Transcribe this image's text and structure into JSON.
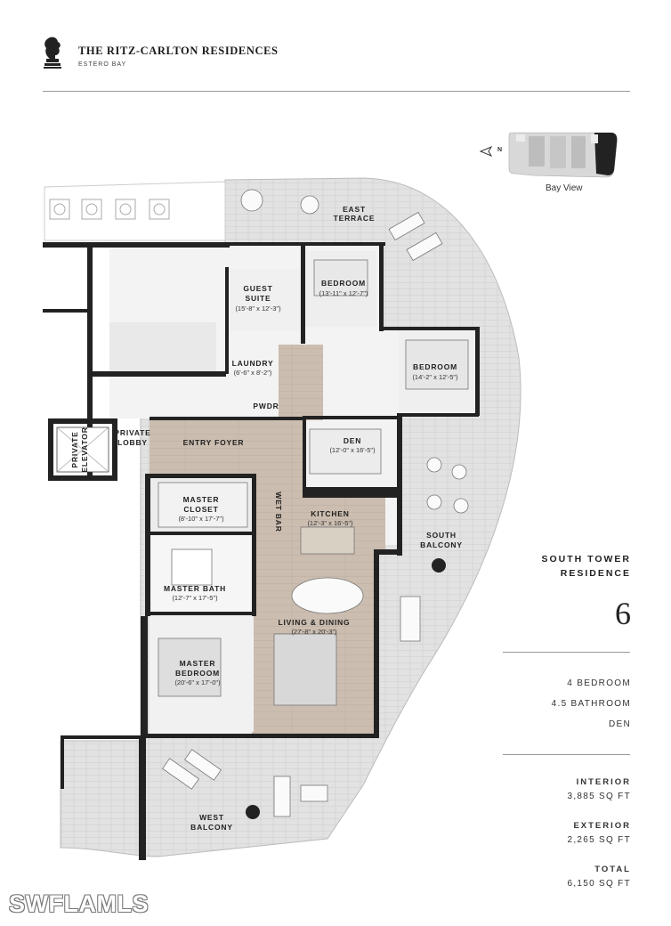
{
  "brand": {
    "name": "THE RITZ-CARLTON RESIDENCES",
    "location": "ESTERO BAY"
  },
  "key_plan": {
    "compass": "N",
    "caption": "Bay View"
  },
  "residence": {
    "title_line1": "SOUTH TOWER",
    "title_line2": "RESIDENCE",
    "number": "6"
  },
  "summary": {
    "bedrooms": "4 BEDROOM",
    "bathrooms": "4.5 BATHROOM",
    "den": "DEN"
  },
  "areas": {
    "interior_label": "INTERIOR",
    "interior_value": "3,885 SQ FT",
    "exterior_label": "EXTERIOR",
    "exterior_value": "2,265 SQ FT",
    "total_label": "TOTAL",
    "total_value": "6,150 SQ FT"
  },
  "rooms": {
    "east_terrace": {
      "line1": "EAST",
      "line2": "TERRACE"
    },
    "guest_suite": {
      "line1": "GUEST",
      "line2": "SUITE",
      "dims": "(15'-8\" x 12'-3\")"
    },
    "bedroom_1": {
      "label": "BEDROOM",
      "dims": "(13'-11\" x 12'-7\")"
    },
    "bedroom_2": {
      "label": "BEDROOM",
      "dims": "(14'-2\" x 12'-5\")"
    },
    "laundry": {
      "label": "LAUNDRY",
      "dims": "(6'-6\" x 8'-2\")"
    },
    "pwdr": {
      "label": "PWDR"
    },
    "private_lobby": {
      "line1": "PRIVATE",
      "line2": "LOBBY"
    },
    "private_elevator": {
      "line1": "PRIVATE",
      "line2": "ELEVATOR"
    },
    "entry_foyer": {
      "label": "ENTRY FOYER"
    },
    "den": {
      "label": "DEN",
      "dims": "(12'-0\" x 16'-5\")"
    },
    "master_closet": {
      "line1": "MASTER",
      "line2": "CLOSET",
      "dims": "(8'-10\" x 17'-7\")"
    },
    "wet_bar": {
      "label": "WET BAR"
    },
    "kitchen": {
      "label": "KITCHEN",
      "dims": "(12'-3\" x 16'-5\")"
    },
    "south_balcony": {
      "line1": "SOUTH",
      "line2": "BALCONY"
    },
    "master_bath": {
      "label": "MASTER BATH",
      "dims": "(12'-7\" x 17'-5\")"
    },
    "living_dining": {
      "label": "LIVING & DINING",
      "dims": "(27'-8\" x 20'-3\")"
    },
    "master_bedroom": {
      "line1": "MASTER",
      "line2": "BEDROOM",
      "dims": "(20'-6\" x 17'-0\")"
    },
    "west_balcony": {
      "line1": "WEST",
      "line2": "BALCONY"
    }
  },
  "watermark": "SWFLAMLS",
  "colors": {
    "wall": "#222222",
    "floor_wood": "#cdbfb1",
    "room_floor": "#f3f3f3",
    "terrace_tile": "#dcdcdc",
    "text": "#222222"
  }
}
